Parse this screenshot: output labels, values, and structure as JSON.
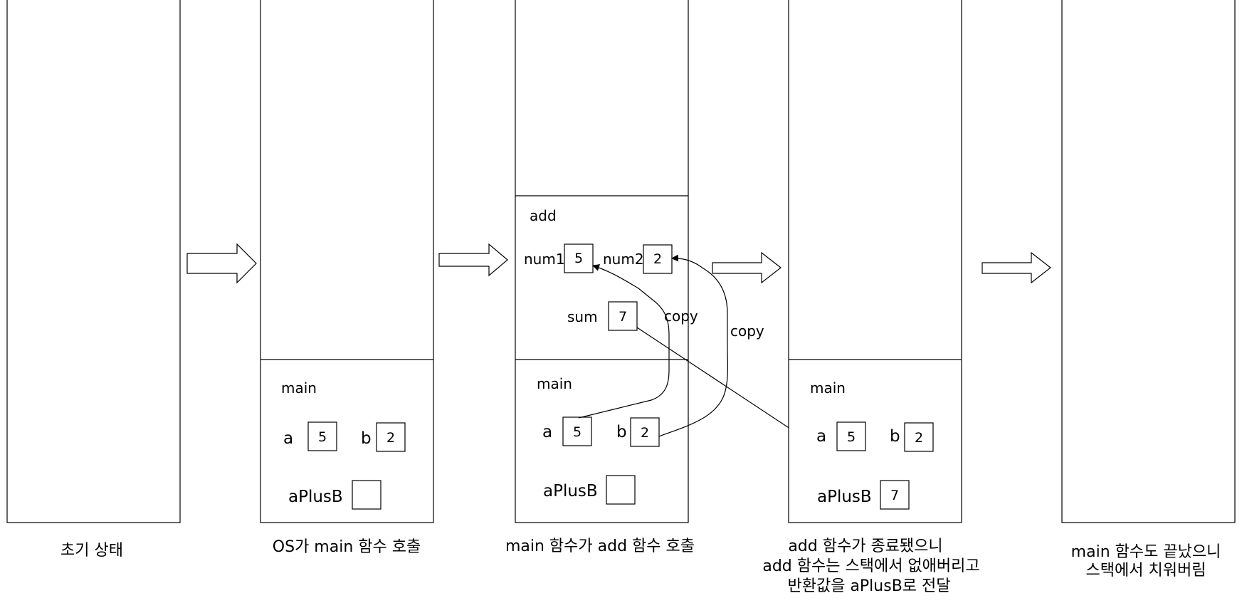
{
  "stages": [
    {
      "caption": [
        "초기 상태"
      ]
    },
    {
      "caption": [
        "OS가 main 함수 호출"
      ],
      "main_frame": {
        "label": "main",
        "vars": [
          {
            "name": "a",
            "value": "5"
          },
          {
            "name": "b",
            "value": "2"
          },
          {
            "name": "aPlusB",
            "value": ""
          }
        ]
      }
    },
    {
      "caption": [
        "main 함수가 add 함수 호출"
      ],
      "add_frame": {
        "label": "add",
        "vars": [
          {
            "name": "num1",
            "value": "5"
          },
          {
            "name": "num2",
            "value": "2"
          },
          {
            "name": "sum",
            "value": "7"
          }
        ]
      },
      "main_frame": {
        "label": "main",
        "vars": [
          {
            "name": "a",
            "value": "5"
          },
          {
            "name": "b",
            "value": "2"
          },
          {
            "name": "aPlusB",
            "value": ""
          }
        ]
      },
      "copy_labels": [
        "copy",
        "copy"
      ]
    },
    {
      "caption": [
        "add 함수가 종료됐으니",
        "add 함수는 스택에서 없애버리고",
        "반환값을 aPlusB로 전달"
      ],
      "main_frame": {
        "label": "main",
        "vars": [
          {
            "name": "a",
            "value": "5"
          },
          {
            "name": "b",
            "value": "2"
          },
          {
            "name": "aPlusB",
            "value": "7"
          }
        ]
      }
    },
    {
      "caption": [
        "main 함수도 끝났으니",
        "스택에서 치워버림"
      ]
    }
  ]
}
